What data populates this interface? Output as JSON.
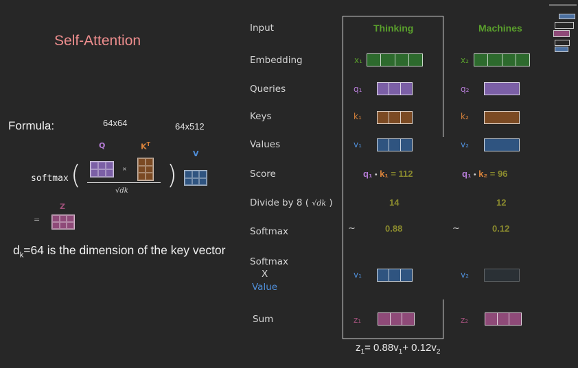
{
  "left": {
    "title": "Self-Attention",
    "formula_label": "Formula:",
    "dim_qk": "64x64",
    "dim_v": "64x512",
    "q": "Q",
    "k": "K",
    "k_sup": "T",
    "v": "V",
    "z": "Z",
    "softmax_word": "softmax",
    "open_paren": "(",
    "close_paren": ")",
    "times": "×",
    "sqrt_dk": "√dk",
    "equals": "=",
    "desc_d": "d",
    "desc_k": "k",
    "desc_rest": "=64 is the dimension of the key vector"
  },
  "rows": {
    "input": "Input",
    "embedding": "Embedding",
    "queries": "Queries",
    "keys": "Keys",
    "values": "Values",
    "score": "Score",
    "divide": "Divide by 8 (",
    "divide_sqrt": "√dk",
    "divide_close": ")",
    "softmax": "Softmax",
    "softmax_x_1": "Softmax",
    "softmax_x_2": "X",
    "softmax_x_3": "Value",
    "sum": "Sum"
  },
  "col1": {
    "head": "Thinking",
    "x": "x₁",
    "q": "q₁",
    "k": "k₁",
    "v": "v₁",
    "score_q": "q₁",
    "score_dot": "•",
    "score_k": "k₁",
    "score_eq": "=",
    "score_val": "112",
    "div": "14",
    "tilde": "~",
    "soft": "0.88",
    "v2": "v₁",
    "z": "z₁"
  },
  "col2": {
    "head": "Machines",
    "x": "x₂",
    "q": "q₂",
    "k": "k₂",
    "v": "v₂",
    "score_q": "q₁",
    "score_dot": "•",
    "score_k": "k₂",
    "score_eq": "=",
    "score_val": "96",
    "div": "12",
    "tilde": "~",
    "soft": "0.12",
    "v2": "v₂",
    "z": "z₂"
  },
  "bottom": {
    "z": "z",
    "z_sub": "1",
    "eq": "= 0.88v",
    "v1_sub": "1",
    "plus": "+ 0.12v",
    "v2_sub": "2"
  },
  "colors": {
    "green": "#2d6a2d",
    "purple": "#7b5fa6",
    "brown": "#7b4a23",
    "blue": "#2f5480",
    "pink": "#8e4a78",
    "dark": "#2a3035"
  }
}
